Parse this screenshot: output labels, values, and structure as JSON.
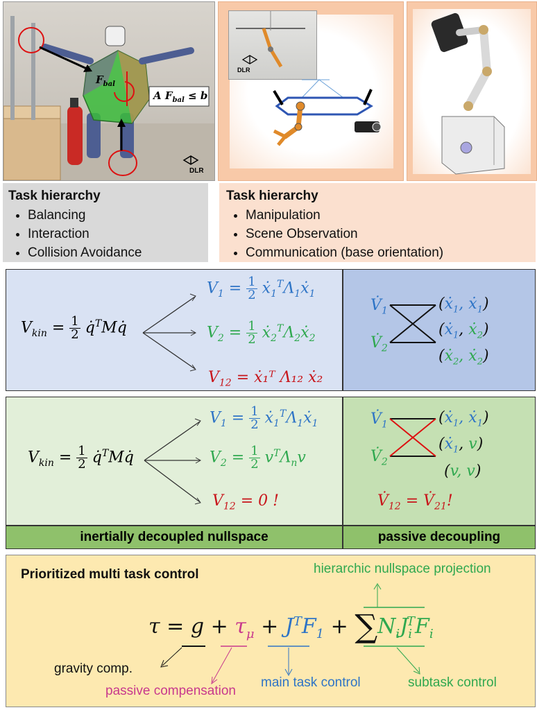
{
  "top_left": {
    "force_label": "F",
    "force_sub": "bal",
    "constraint": "A F",
    "constraint_sub": "bal",
    "constraint_rest": "≤ b",
    "logo": "DLR"
  },
  "top_middle": {
    "logo": "DLR"
  },
  "hierarchy_left": {
    "title": "Task hierarchy",
    "items": [
      "Balancing",
      "Interaction",
      "Collision Avoidance"
    ]
  },
  "hierarchy_right": {
    "title": "Task hierarchy",
    "items": [
      "Manipulation",
      "Scene Observation",
      "Communication (base orientation)"
    ]
  },
  "block1": {
    "colors": {
      "bg_left": "#d9e2f3",
      "bg_right": "#b4c6e7"
    },
    "lhs": "V",
    "lhs_sub": "kin",
    "rhs_pairs": [
      "(ẋ₁, ẋ₁)",
      "(ẋ₁, ẋ₂)",
      "(ẋ₂, ẋ₂)"
    ],
    "v12": "= ẋ₁ᵀ Λ₁₂ ẋ₂"
  },
  "block2": {
    "colors": {
      "bg_left": "#e2efd9",
      "bg_right": "#c5e0b3"
    },
    "rhs_pairs": [
      "(ẋ₁, ẋ₁)",
      "(ẋ₁, v)",
      "(v, v)"
    ],
    "v12": "= 0 !",
    "vdot_eq": "= V̇",
    "vdot_end": "21",
    "bang": "!"
  },
  "bars": {
    "left": "inertially decoupled nullspace",
    "right": "passive decoupling",
    "color": "#8fc16b"
  },
  "bottom": {
    "color": "#fde9b0",
    "title": "Prioritized multi task control",
    "hier_label": "hierarchic nullspace projection",
    "gravity": "gravity comp.",
    "passive": "passive compensation",
    "main": "main task control",
    "subtask": "subtask control"
  }
}
